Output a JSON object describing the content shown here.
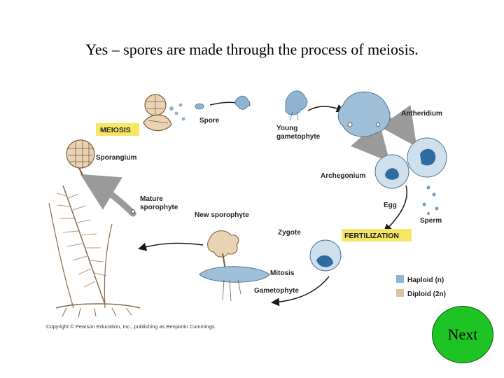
{
  "title": "Yes – spores are made through the process of meiosis.",
  "diagram": {
    "labels": {
      "meiosis": "MEIOSIS",
      "spore": "Spore",
      "young_gametophyte_1": "Young",
      "young_gametophyte_2": "gametophyte",
      "antheridium": "Antheridium",
      "sporangium": "Sporangium",
      "archegonium": "Archegonium",
      "mature_sporophyte_1": "Mature",
      "mature_sporophyte_2": "sporophyte",
      "new_sporophyte": "New sporophyte",
      "egg": "Egg",
      "sperm": "Sperm",
      "zygote": "Zygote",
      "fertilization": "FERTILIZATION",
      "mitosis": "Mitosis",
      "gametophyte": "Gametophyte",
      "haploid": "Haploid (n)",
      "diploid": "Diploid (2n)",
      "copyright": "Copyright © Pearson Education, Inc., publishing as Benjamin Cummings"
    },
    "colors": {
      "haploid": "#8fb3d0",
      "diploid": "#dcc2a2",
      "highlight": "#f5e663",
      "arrow": "#1a1a1a",
      "big_arrow": "#9a9a9a"
    }
  },
  "next_button": {
    "label": "Next",
    "color": "#1ec424"
  }
}
